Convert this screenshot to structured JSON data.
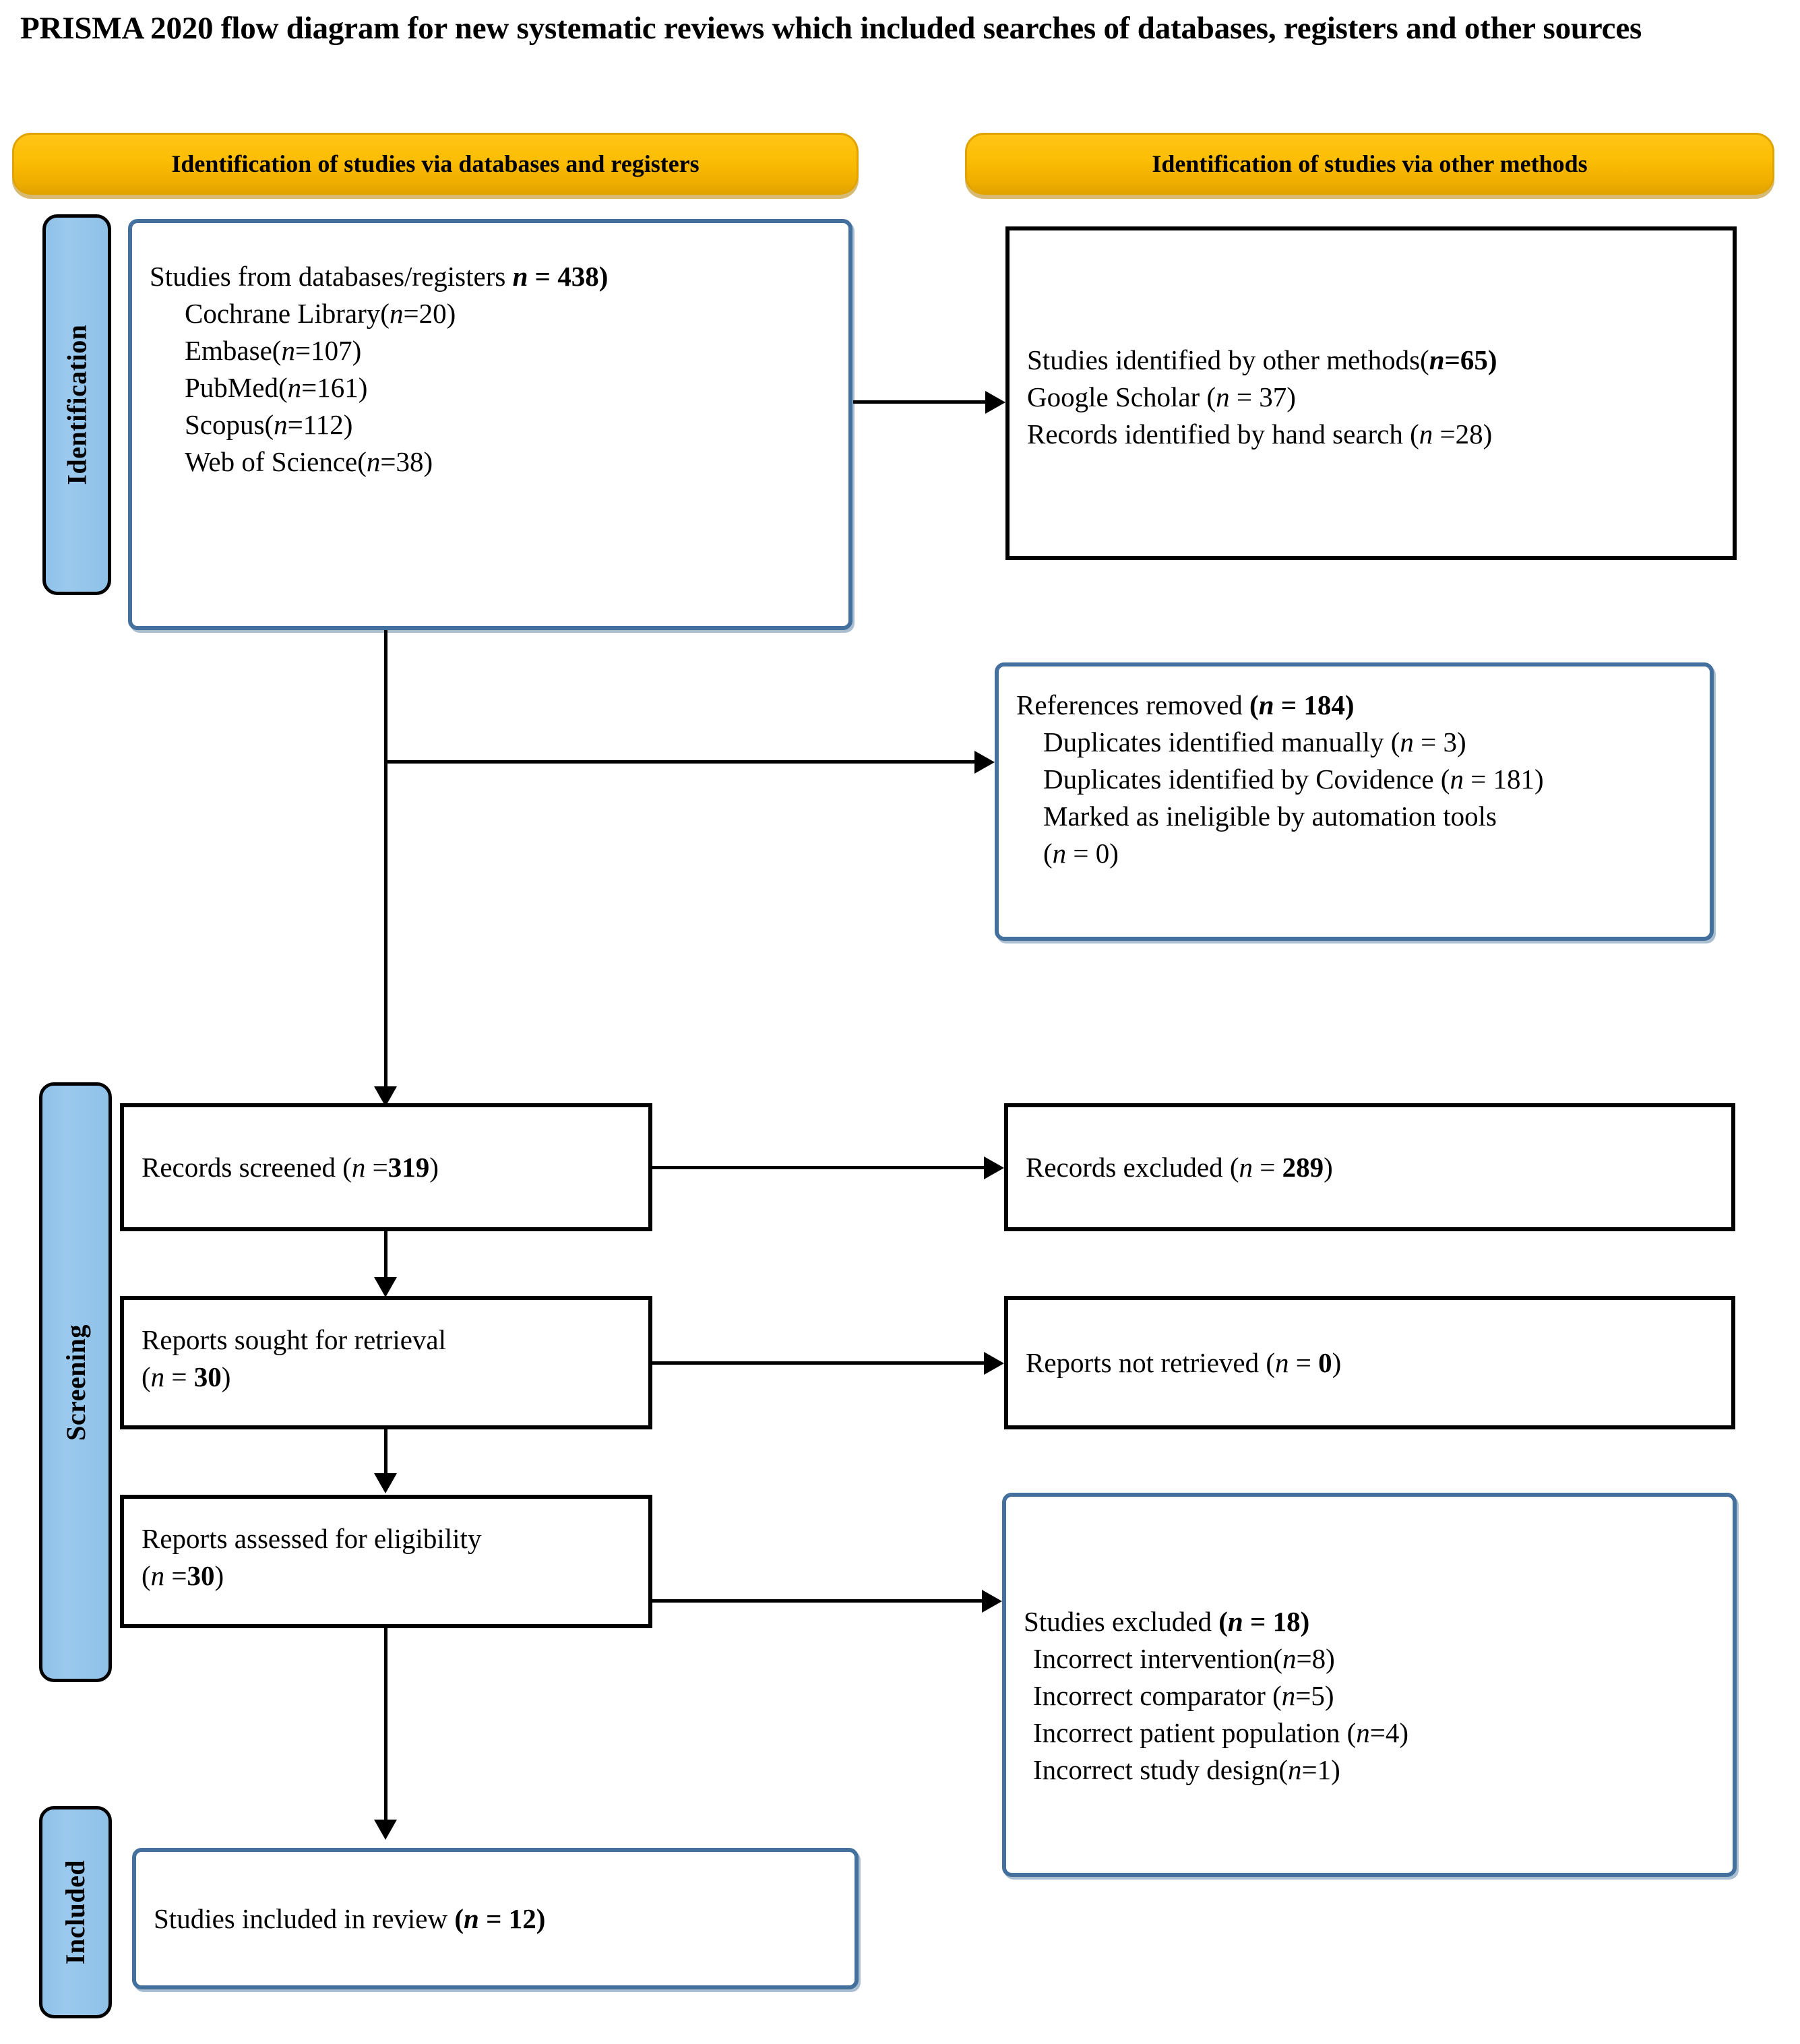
{
  "title": "PRISMA 2020 flow diagram for new systematic reviews which included searches of databases, registers and other sources",
  "colors": {
    "header_orange": "#FCBE05",
    "stage_blue": "#8FC1E8",
    "box_blue_border": "#44709D",
    "box_black_border": "#000000",
    "text": "#000000",
    "background": "#FFFFFF"
  },
  "headers": {
    "databases": "Identification of studies via databases and registers",
    "other": "Identification of studies via other methods"
  },
  "stages": {
    "identification": "Identification",
    "screening": "Screening",
    "included": "Included"
  },
  "boxes": {
    "sources": {
      "heading": "Studies from databases/registers (n = 438)",
      "heading_plain": "Studies from databases/registers ",
      "heading_n": "(n = 438)",
      "items": [
        {
          "label": "Cochrane Library",
          "n": "(n=20)"
        },
        {
          "label": "Embase",
          "n": "(n=107)"
        },
        {
          "label": "PubMed",
          "n": "(n=161)"
        },
        {
          "label": "Scopus",
          "n": "(n=112)"
        },
        {
          "label": "Web of Science",
          "n": "(n=38)"
        }
      ]
    },
    "other_methods": {
      "lines": [
        {
          "label": "Studies identified by other methods",
          "n": "(n=65)",
          "bold_n": true
        },
        {
          "label": "Google Scholar ",
          "n": "(n = 37)",
          "bold_n": false
        },
        {
          "label": "Records identified by hand search ",
          "n": "(n =28)",
          "bold_n": false
        }
      ]
    },
    "references_removed": {
      "heading_plain": "References removed ",
      "heading_n": "(n = 184)",
      "items": [
        {
          "label": "Duplicates identified manually ",
          "n": "(n = 3)"
        },
        {
          "label": "Duplicates identified by Covidence ",
          "n": "(n = 181)"
        },
        {
          "label": "Marked as ineligible by automation tools",
          "n": "(n = 0)"
        }
      ]
    },
    "records_screened": {
      "label": "Records screened ",
      "n": "(n =319)"
    },
    "records_excluded": {
      "label": "Records excluded ",
      "n": "(n = 289)"
    },
    "reports_sought": {
      "label": "Reports sought for retrieval",
      "n": "(n = 30)"
    },
    "reports_not_retrieved": {
      "label": "Reports not retrieved ",
      "n": "(n = 0)"
    },
    "reports_assessed": {
      "label": "Reports assessed for eligibility",
      "n": "(n =30)"
    },
    "studies_excluded": {
      "heading_plain": "Studies excluded ",
      "heading_n": "(n = 18)",
      "items": [
        {
          "label": "Incorrect intervention",
          "n": "(n=8)"
        },
        {
          "label": "Incorrect comparator ",
          "n": "(n=5)"
        },
        {
          "label": "Incorrect patient population ",
          "n": "(n=4)"
        },
        {
          "label": "Incorrect study design",
          "n": "(n=1)"
        }
      ]
    },
    "studies_included": {
      "label_plain": "Studies included in review ",
      "label_n": "(n = 12)"
    }
  }
}
